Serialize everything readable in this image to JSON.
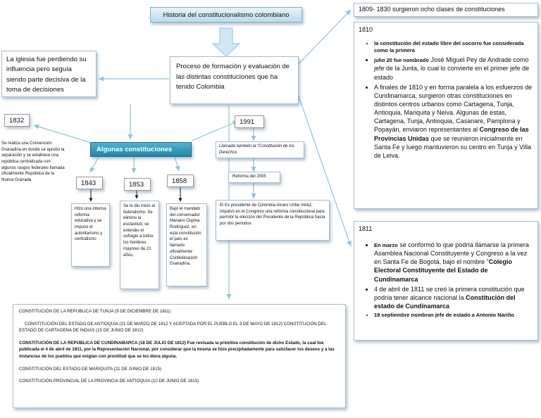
{
  "title": "Historia del constitucionalismo colombiano",
  "process_box": "Proceso de formación  y evaluación de las distintas constituciones que ha tenido Colombia",
  "iglesia_box": "La iglesia  fue perdiendo su influencia pero seguía siendo parte decisiva de la toma de decisiones",
  "algunas": "Algunas constituciones",
  "y1832": {
    "year": "1832",
    "text": "Se realiza una Convención Granadina en donde se aprobo la separación y se establece una república centralizada con algunos rasgos federales llamada oficialmente República de la Nueva Granada"
  },
  "y1843": {
    "year": "1843",
    "text": "Hizo una intensa reforma educativa y se impuso el autoritarismo y centralismo"
  },
  "y1853": {
    "year": "1853",
    "text": "Se le dio inicio al federalismo. Se elimino la esclavitud, se extendio el sufragio a todos los hombres mayores de 21 años,"
  },
  "y1858": {
    "year": "1858",
    "text": "Bajo el mandato del conservador Mariano Ospina Rodríguez, en esta constitución el país es llamado oficialmente Confederación Granadina."
  },
  "y1991": {
    "year": "1991",
    "llamada": "Llamada también la \"Constitución de los Derechos",
    "reforma_label": "Reforma del 2005",
    "reforma_text": "El Ex presidente de Colombia Alvaro Uribe Vélez, impulsó en el Congreso una reforma constitucional para permitir la elección del Presidente de la República hasta por dos periodos"
  },
  "header_1809": "1809- 1830 surgieron ocho clases de constituciones",
  "box1810": {
    "year": "1810",
    "i1_bold": "la constitución del estado libre  del socorro fue considerada como la primera",
    "i2_bold": "julio 20 fue nombrado",
    "i2_rest": " José Miguel Pey de Andrade como jefe de la Junta, lo cual lo convierte en el primer jefe de estado",
    "i3_text": "A finales de 1810 y en forma paralela a los esfuerzos de Cundinamarca, surgieron otras constituciones en distintos centros urbanos como Cartagena, Tunja, Antioquia, Mariquita y Neiva. Algunas de estas, Cartagena, Tunja, Antioquia, Casanare, Pamplona y Popayán, enviaron representantes al ",
    "i3_bold": "Congreso de las Provincias Unidas",
    "i3_end": " que se reunieron inicialmente en Santa Fe y luego mantuvieron su centro en Tunja y Villa de Leiva."
  },
  "box1811": {
    "year": "1811",
    "i1_bold": "En marzo",
    "i1_text": " se conformó lo que podría llamarse la primera Asamblea Nacional Constituyente y Congreso a la vez en Santa Fe de Bogotá, bajo el nombre \"",
    "i1_bold2": "Colegio Electoral Constituyente del Estado de Cundinamarca",
    "i2_text": "4 de abril de 1811 se creó la  primera constitución que podría tener alcance nacional la ",
    "i2_bold": "Constitución del estado de Cundinamarca",
    "i3_bold": "19 septiembre nombran  jefe de estado a Antonio Nariño"
  },
  "bottom": {
    "l1": "CONSTITUCIÓN DE LA REPÚBLICA DE TUNJA (9 DE DICIEMBRE DE 1811)",
    "l2": "CONSTITUCIÓN DEL ESTADO DE ANTIOQUIA (21 DE MARZO DE 1812 Y ACEPTADA POR EL PUEBLO EL 3 DE MAYO DE 1812)  CONSTITUCIÓN DEL ESTADO DE CARTAGENA DE INDIAS (15 DE JUNIO DE 1812)",
    "l3": "CONSTITUCIÓN DE LA REPÚBLICA DE CUNDINAMARCA (18 DE JULIO DE 1812) Fue revisada la primitiva constitución de dicho Estado, la cual fue publicada el 4 de abril de 1811, por la Representación Nacional, por considerar que la misma se hizo precipitadamente para satisfacer los deseos y a las instancias de los pueblos que exigían con prontitud que se les diera alguna.",
    "l4": "CONSTITUCIÓN DEL ESTADO DE MARIQUITA (21 DE JUNIO DE 1815)",
    "l5": "CONSTITUCIÓN PROVINCIAL DE LA PROVINCIA DE ANTIOQUIA (10 DE JUNIO DE 1815)."
  }
}
